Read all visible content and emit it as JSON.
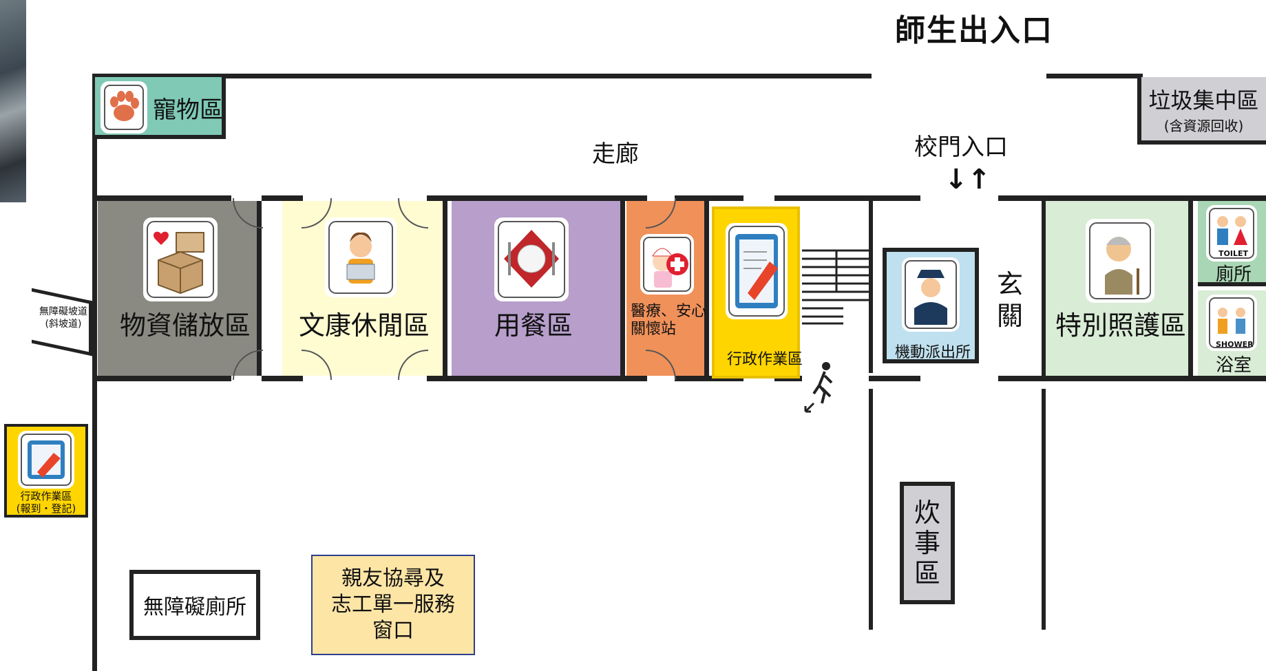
{
  "top_title": "師生出入口",
  "corridor_label": "走廊",
  "gate": {
    "label": "校門入口",
    "arrows": "↓↑"
  },
  "entrance_hall": "玄\n關",
  "rooms": {
    "pet": {
      "label": "寵物區",
      "color": "#7fc9b5",
      "icon": "paw-icon"
    },
    "garbage": {
      "label": "垃圾集中區",
      "sub": "(含資源回收)",
      "color": "#cfcfd4"
    },
    "storage": {
      "label": "物資儲放區",
      "color": "#8a8a82",
      "icon": "box-heart-icon"
    },
    "leisure": {
      "label": "文康休閒區",
      "color": "#fffcd2",
      "icon": "reading-person-icon"
    },
    "dining": {
      "label": "用餐區",
      "color": "#b79ecb",
      "icon": "plate-icon"
    },
    "medical": {
      "label": "醫療、安心\n關懷站",
      "color": "#f0915a",
      "icon": "nurse-icon"
    },
    "admin": {
      "label": "行政作業區",
      "color": "#ffd500",
      "icon": "clipboard-icon"
    },
    "police": {
      "label": "機動派出所",
      "color": "#bfe0ee",
      "icon": "police-icon"
    },
    "special_care": {
      "label": "特別照護區",
      "color": "#d9ecd6",
      "icon": "elder-icon"
    },
    "toilet": {
      "label": "廁所",
      "icon_text": "TOILET",
      "color": "#a9d6b4"
    },
    "shower": {
      "label": "浴室",
      "icon_text": "SHOWER",
      "color": "#d9ecd6"
    },
    "kitchen": {
      "label": "炊\n事\n區",
      "color": "#cfcfd4"
    }
  },
  "ramp": {
    "label": "無障礙坡道\n(斜坡道)"
  },
  "legend_admin": {
    "label": "行政作業區\n(報到・登記)"
  },
  "accessible_toilet": {
    "label": "無障礙廁所"
  },
  "service_window": {
    "label": "親友協尋及\n志工單一服務\n窗口",
    "color": "#fde5a6"
  }
}
